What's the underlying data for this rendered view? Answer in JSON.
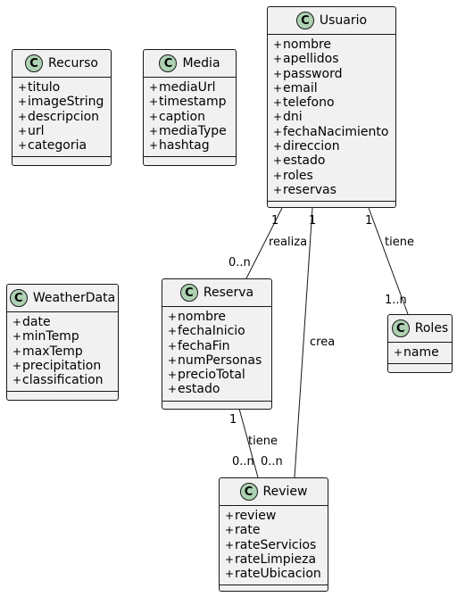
{
  "classes": {
    "recurso": {
      "name": "Recurso",
      "stereotype": "C",
      "attributes": [
        "titulo",
        "imageString",
        "descripcion",
        "url",
        "categoria"
      ]
    },
    "media": {
      "name": "Media",
      "stereotype": "C",
      "attributes": [
        "mediaUrl",
        "timestamp",
        "caption",
        "mediaType",
        "hashtag"
      ]
    },
    "usuario": {
      "name": "Usuario",
      "stereotype": "C",
      "attributes": [
        "nombre",
        "apellidos",
        "password",
        "email",
        "telefono",
        "dni",
        "fechaNacimiento",
        "direccion",
        "estado",
        "roles",
        "reservas"
      ]
    },
    "weatherdata": {
      "name": "WeatherData",
      "stereotype": "C",
      "attributes": [
        "date",
        "minTemp",
        "maxTemp",
        "precipitation",
        "classification"
      ]
    },
    "reserva": {
      "name": "Reserva",
      "stereotype": "C",
      "attributes": [
        "nombre",
        "fechaInicio",
        "fechaFin",
        "numPersonas",
        "precioTotal",
        "estado"
      ]
    },
    "roles": {
      "name": "Roles",
      "stereotype": "C",
      "attributes": [
        "name"
      ]
    },
    "review": {
      "name": "Review",
      "stereotype": "C",
      "attributes": [
        "review",
        "rate",
        "rateServicios",
        "rateLimpieza",
        "rateUbicacion"
      ]
    }
  },
  "visibility_symbol": "+",
  "relations": {
    "usuario_reserva": {
      "label": "realiza",
      "source_mult": "1",
      "target_mult": "0..n"
    },
    "usuario_review": {
      "label": "crea",
      "source_mult": "1",
      "target_mult": "0..n"
    },
    "usuario_roles": {
      "label": "tiene",
      "source_mult": "1",
      "target_mult": "1..n"
    },
    "reserva_review": {
      "label": "tiene",
      "source_mult": "1",
      "target_mult": "0..n"
    }
  },
  "colors": {
    "class_fill": "#f1f1f1",
    "border": "#181818",
    "spot_fill": "#add1b2"
  }
}
